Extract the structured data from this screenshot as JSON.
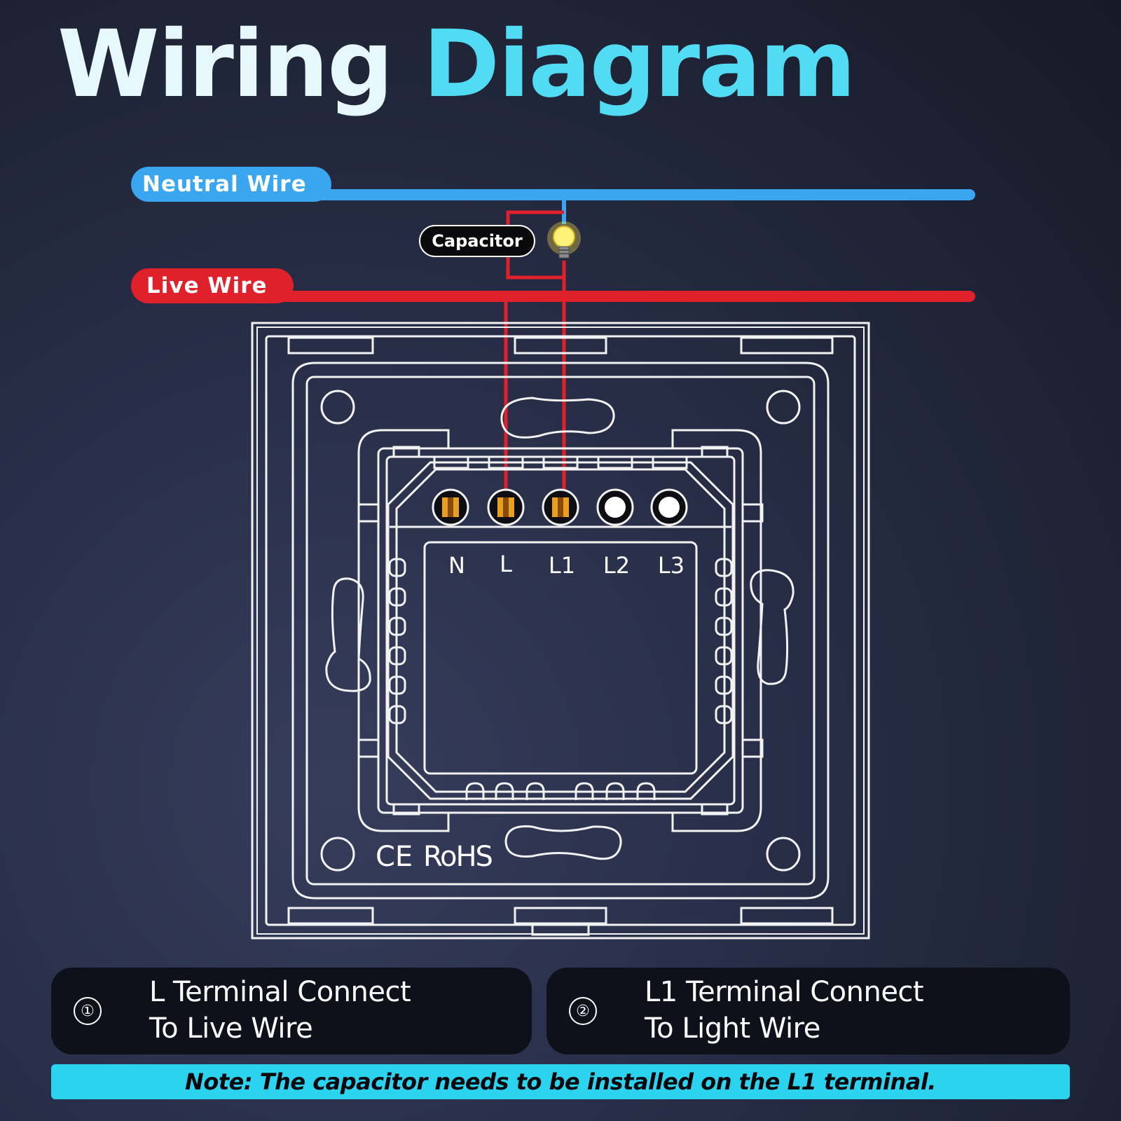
{
  "title": {
    "word1": "Wiring",
    "word2": "Diagram"
  },
  "wires": {
    "neutral": "Neutral Wire",
    "live": "Live Wire",
    "capacitor": "Capacitor"
  },
  "terminals": [
    "N",
    "L",
    "L1",
    "L2",
    "L3"
  ],
  "marks": {
    "ce": "CE",
    "rohs": "RoHS"
  },
  "steps": [
    {
      "number": "①",
      "line1": "L  Terminal Connect",
      "line2": "To Live Wire"
    },
    {
      "number": "②",
      "line1": "L1 Terminal Connect",
      "line2": "To Light Wire"
    }
  ],
  "note": "Note: The capacitor needs to be installed on the L1 terminal.",
  "colors": {
    "neutral_wire": "#3aa6f0",
    "live_wire": "#e0202a",
    "title_accent": "#52dcf4",
    "note_bg": "#2bd3ef",
    "terminal_connected": "#e8a020",
    "terminal_empty": "#ffffff"
  },
  "icons": {
    "lamp": "light-bulb-icon"
  }
}
